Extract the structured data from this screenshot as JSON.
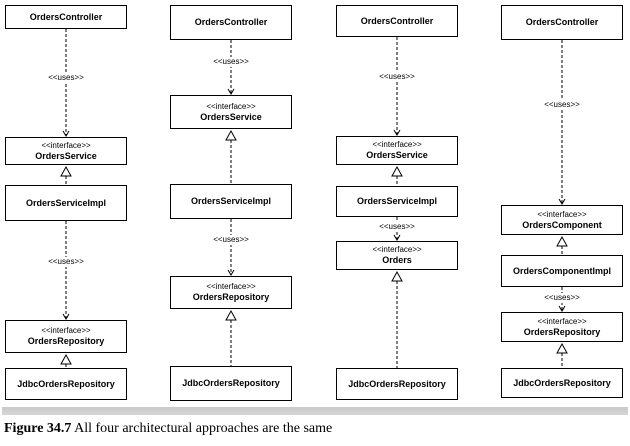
{
  "columns": [
    {
      "boxes": [
        {
          "name": "OrdersController"
        },
        {
          "stereotype": "<<interface>>",
          "name": "OrdersService"
        },
        {
          "name": "OrdersServiceImpl"
        },
        {
          "stereotype": "<<interface>>",
          "name": "OrdersRepository"
        },
        {
          "name": "JdbcOrdersRepository"
        }
      ],
      "labels": [
        "<<uses>>",
        "<<uses>>"
      ]
    },
    {
      "boxes": [
        {
          "name": "OrdersController"
        },
        {
          "stereotype": "<<interface>>",
          "name": "OrdersService"
        },
        {
          "name": "OrdersServiceImpl"
        },
        {
          "stereotype": "<<interface>>",
          "name": "OrdersRepository"
        },
        {
          "name": "JdbcOrdersRepository"
        }
      ],
      "labels": [
        "<<uses>>",
        "<<uses>>"
      ]
    },
    {
      "boxes": [
        {
          "name": "OrdersController"
        },
        {
          "stereotype": "<<interface>>",
          "name": "OrdersService"
        },
        {
          "name": "OrdersServiceImpl"
        },
        {
          "stereotype": "<<interface>>",
          "name": "Orders"
        },
        {
          "name": "JdbcOrdersRepository"
        }
      ],
      "labels": [
        "<<uses>>",
        "<<uses>>"
      ]
    },
    {
      "boxes": [
        {
          "name": "OrdersController"
        },
        {
          "stereotype": "<<interface>>",
          "name": "OrdersComponent"
        },
        {
          "name": "OrdersComponentImpl"
        },
        {
          "stereotype": "<<interface>>",
          "name": "OrdersRepository"
        },
        {
          "name": "JdbcOrdersRepository"
        }
      ],
      "labels": [
        "<<uses>>",
        "<<uses>>"
      ]
    }
  ],
  "caption": {
    "label": "Figure 34.7",
    "text": " All four architectural approaches are the same"
  }
}
